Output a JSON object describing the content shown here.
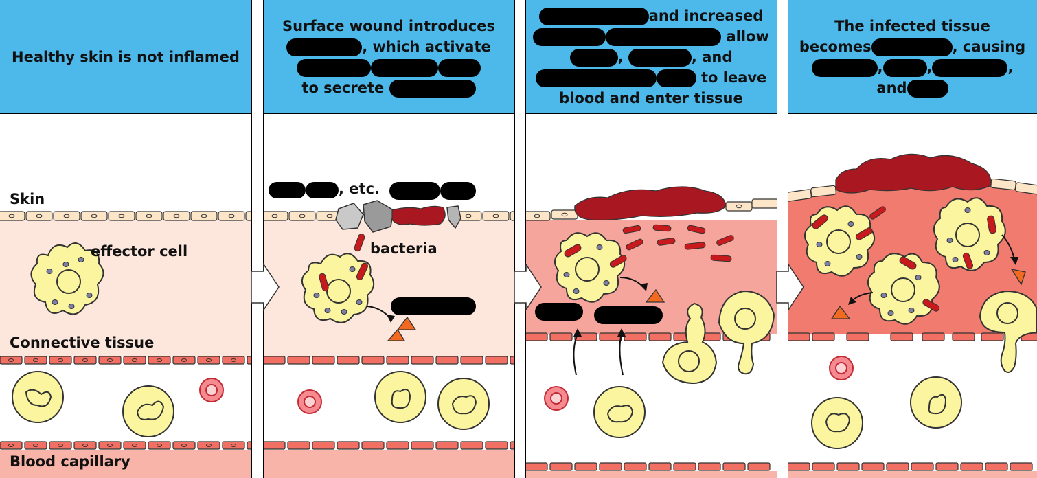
{
  "panels": [
    {
      "title": "Healthy skin is not inflamed",
      "labels": {
        "skin": "Skin",
        "effector_cell": "effector cell",
        "connective_tissue": "Connective tissue",
        "blood_capillary": "Blood capillary"
      }
    },
    {
      "title_parts": [
        "Surface wound introduces",
        ", which activate",
        "to secrete"
      ],
      "labels": {
        "etc": ", etc.",
        "bacteria": "bacteria"
      }
    },
    {
      "title_parts": [
        "and increased",
        "allow",
        ", and",
        "to leave",
        "blood and enter tissue"
      ]
    },
    {
      "title_parts": [
        "The infected tissue",
        "becomes",
        ", causing",
        "and"
      ]
    }
  ],
  "colors": {
    "header_bg": "#4db8ea",
    "tissue_healthy": "#fde6dc",
    "tissue_inflamed": "#f6a59c",
    "tissue_infected": "#f07b6e",
    "cell_fill": "#fbf5a0",
    "bacteria": "#c8191c",
    "blood_clot": "#a91821",
    "cytokine": "#f26a21",
    "redaction": "#000000"
  },
  "icons": [
    "cell-icon",
    "bacterium-icon",
    "cytokine-triangle-icon",
    "red-blood-cell-icon",
    "debris-icon",
    "arrow-icon"
  ]
}
